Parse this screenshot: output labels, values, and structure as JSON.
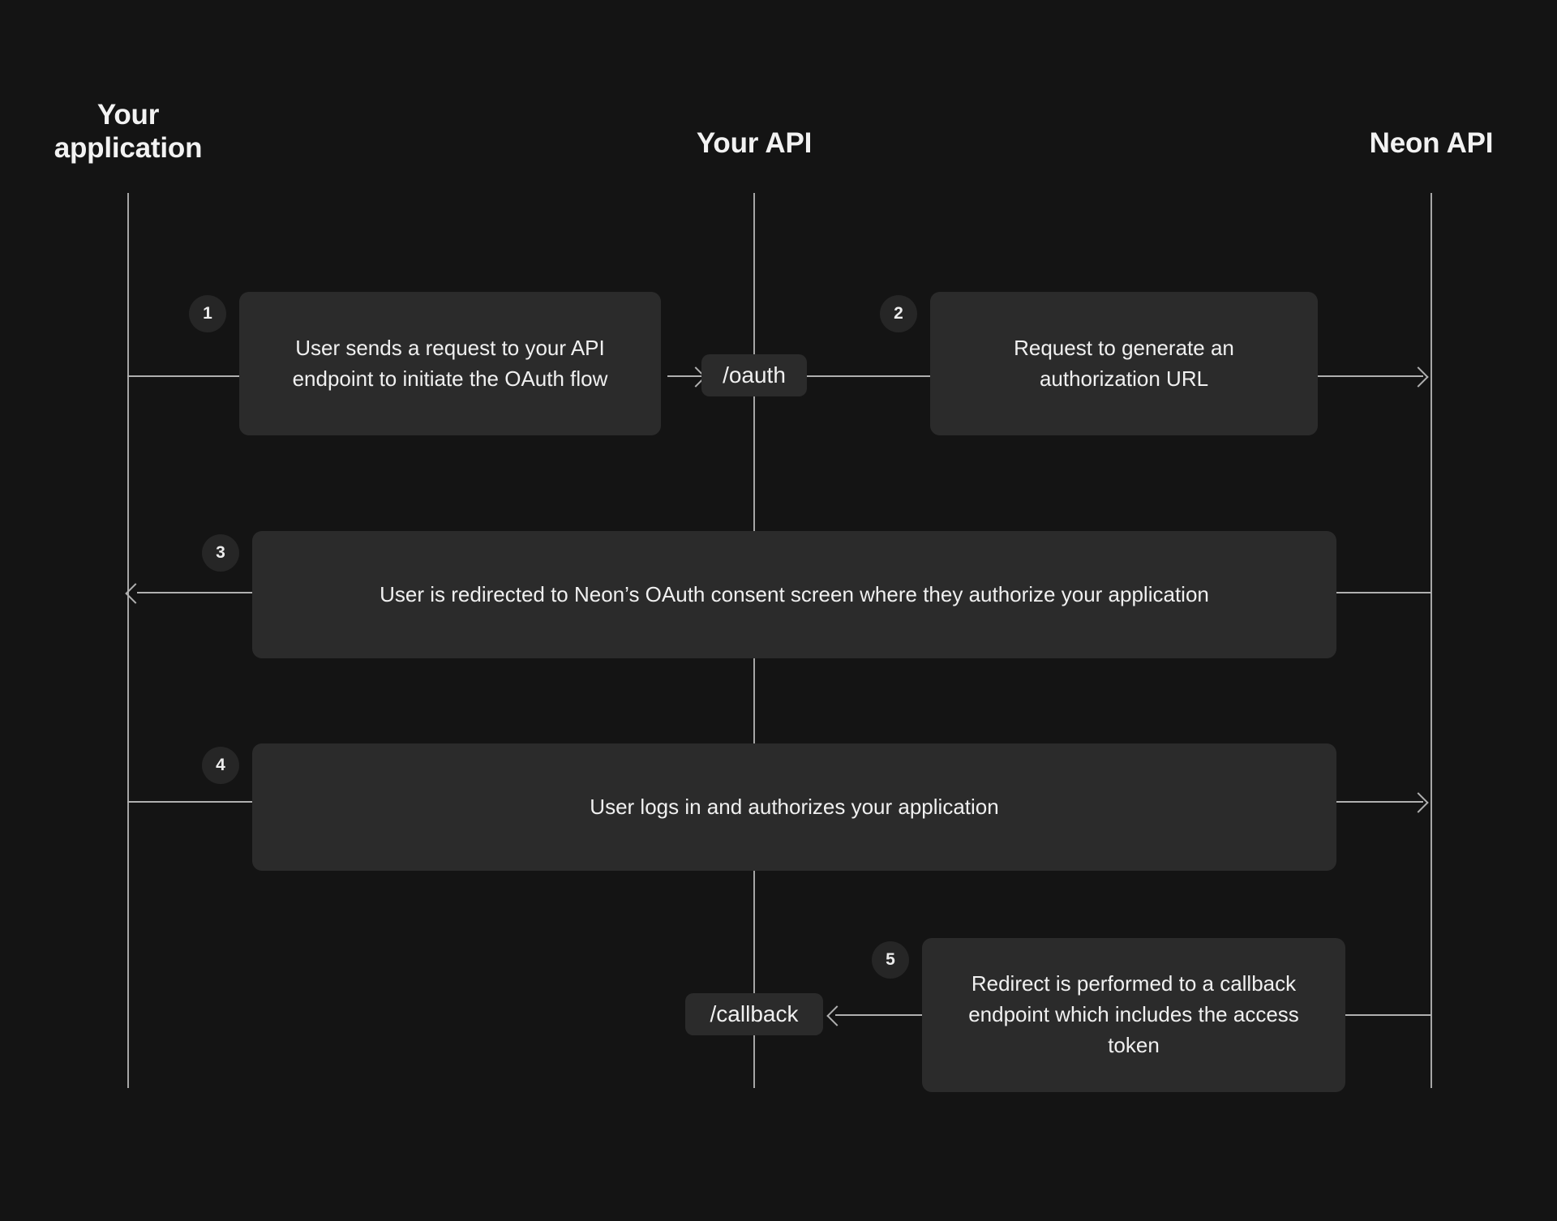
{
  "diagram": {
    "title": "Neon OAuth flow sequence diagram",
    "background_color": "#141414",
    "box_color": "#2b2b2b",
    "line_color": "#b0b0b0",
    "text_color": "#f0f0f0"
  },
  "participants": [
    {
      "id": "your-application",
      "label": "Your\napplication"
    },
    {
      "id": "your-api",
      "label": "Your API"
    },
    {
      "id": "neon-api",
      "label": "Neon API"
    }
  ],
  "steps": [
    {
      "number": "1",
      "text": "User sends a request to your API endpoint to initiate the OAuth flow",
      "from": "your-application",
      "to": "your-api",
      "direction": "right"
    },
    {
      "number": "2",
      "text": "Request to generate an authorization URL",
      "from": "your-api",
      "to": "neon-api",
      "direction": "right"
    },
    {
      "number": "3",
      "text": "User is redirected to Neon’s OAuth consent screen where they authorize your application",
      "from": "neon-api",
      "to": "your-application",
      "direction": "left"
    },
    {
      "number": "4",
      "text": "User logs in and authorizes your application",
      "from": "your-application",
      "to": "neon-api",
      "direction": "right"
    },
    {
      "number": "5",
      "text": "Redirect is performed to a callback endpoint which includes the access token",
      "from": "neon-api",
      "to": "your-api",
      "direction": "left"
    }
  ],
  "endpoints": [
    {
      "id": "oauth",
      "label": "/oauth"
    },
    {
      "id": "callback",
      "label": "/callback"
    }
  ]
}
